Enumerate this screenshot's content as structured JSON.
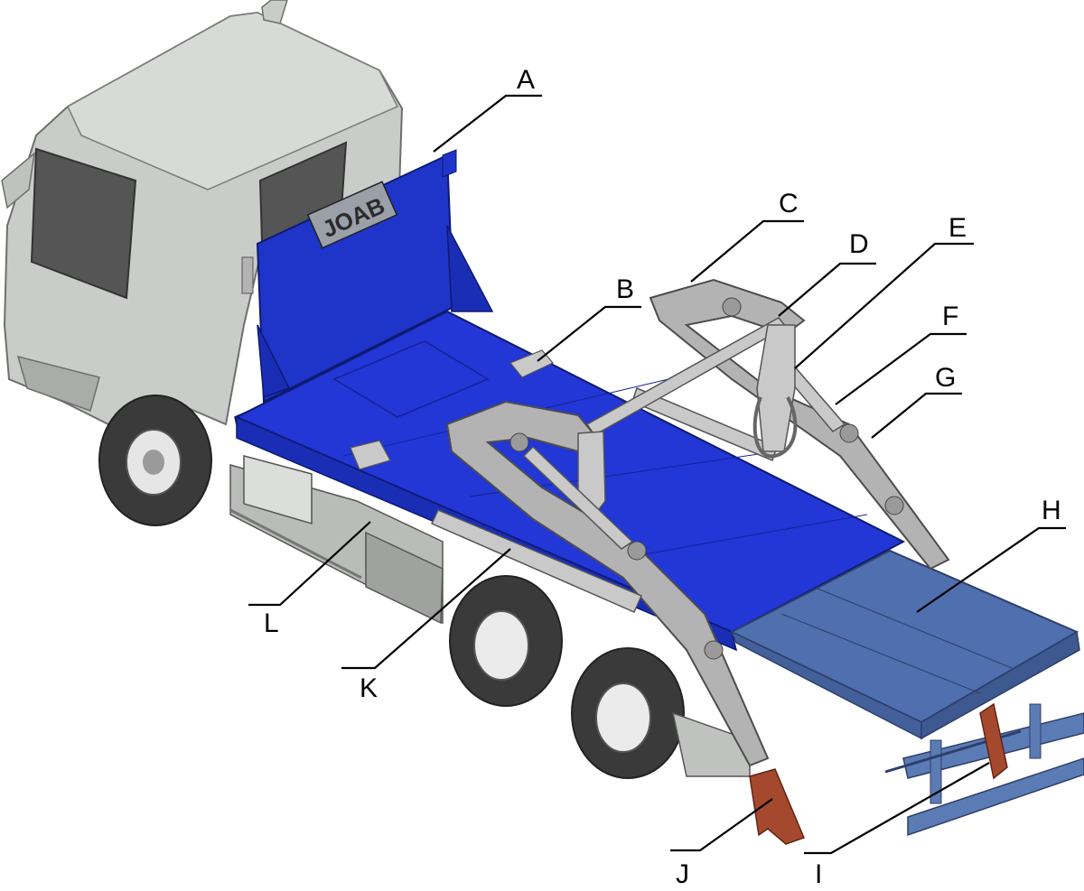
{
  "labels": [
    "A",
    "B",
    "C",
    "D",
    "E",
    "F",
    "G",
    "H",
    "I",
    "J",
    "K",
    "L"
  ],
  "logo_text": "JOAB",
  "colors": {
    "body_blue": "#1f35c9",
    "deck_blue": "#4f6fae",
    "cab_grey": "#c9ccc9",
    "arm_grey": "#b3b3b3",
    "leg_red": "#a5492e",
    "tire": "#3a3a3a"
  }
}
